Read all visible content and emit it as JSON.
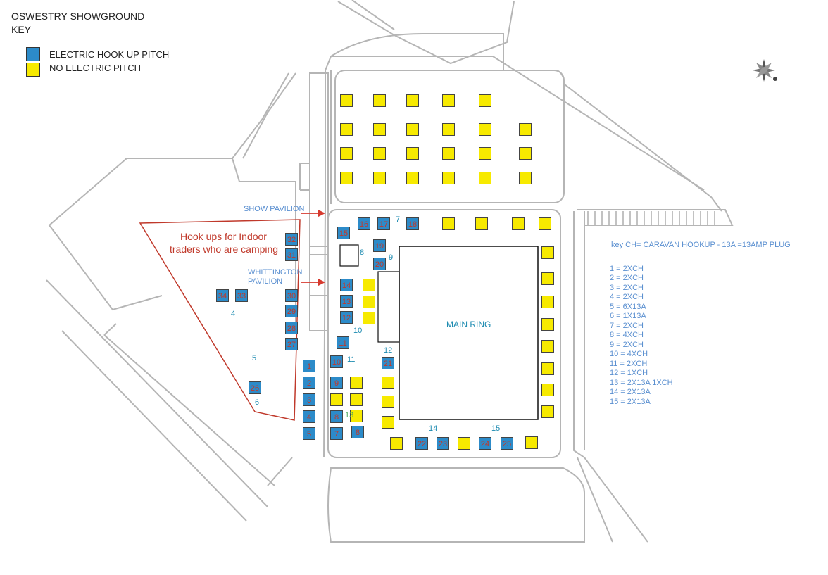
{
  "title": "OSWESTRY SHOWGROUND",
  "subtitle": "KEY",
  "legend": [
    {
      "label": "ELECTRIC HOOK UP PITCH",
      "color": "#2c8bc9"
    },
    {
      "label": "NO ELECTRIC PITCH",
      "color": "#f7ea00"
    }
  ],
  "colors": {
    "electric": "#2c8bc9",
    "no_electric": "#f7ea00",
    "annotation": "#c0392b",
    "zone_number": "#1b8ab0"
  },
  "labels": {
    "main_ring": "MAIN RING",
    "show_pavilion": "SHOW PAVILION",
    "whittington_line1": "WHITTINGTON",
    "whittington_line2": "PAVILION",
    "hookup_note_line1": "Hook ups for Indoor",
    "hookup_note_line2": "traders who are camping"
  },
  "electric_pitches": [
    "1",
    "2",
    "3",
    "4",
    "5",
    "7",
    "8",
    "8",
    "9",
    "10",
    "11",
    "12",
    "13",
    "14",
    "15",
    "16",
    "17",
    "18",
    "19",
    "20",
    "21",
    "22",
    "23",
    "24",
    "25",
    "26",
    "27",
    "28",
    "29",
    "30",
    "31",
    "32",
    "33",
    "34"
  ],
  "zone_numbers": [
    "4",
    "5",
    "6",
    "7",
    "8",
    "9",
    "10",
    "11",
    "12",
    "13",
    "14",
    "15"
  ],
  "capacity_key": {
    "heading": "key CH= CARAVAN HOOKUP - 13A =13AMP PLUG",
    "entries": [
      "1 = 2XCH",
      "2 = 2XCH",
      "3 = 2XCH",
      "4 = 2XCH",
      "5 = 6X13A",
      "6 = 1X13A",
      "7 = 2XCH",
      "8 = 4XCH",
      "9 = 2XCH",
      "10 = 4XCH",
      "11 = 2XCH",
      "12 = 1XCH",
      "13 = 2X13A 1XCH",
      "14 = 2X13A",
      "15 = 2X13A"
    ]
  },
  "icons": [
    "compass-rose-icon",
    "arrow-right-icon"
  ]
}
